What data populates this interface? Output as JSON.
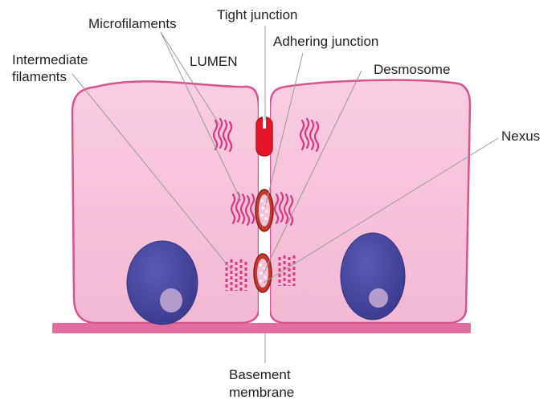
{
  "labels": {
    "microfilaments": "Microfilaments",
    "tight_junction": "Tight junction",
    "adhering_junction": "Adhering junction",
    "intermediate_filaments_line1": "Intermediate",
    "intermediate_filaments_line2": "filaments",
    "lumen": "LUMEN",
    "desmosome": "Desmosome",
    "nexus": "Nexus",
    "basement_membrane_line1": "Basement",
    "basement_membrane_line2": "membrane"
  },
  "colors": {
    "cell_fill": "#f7c3dc",
    "cell_outline": "#d9548f",
    "basement_membrane": "#e06e9e",
    "microfilament": "#e0367f",
    "intermediate_filament": "#e0367f",
    "nucleus": "#4a4aa0",
    "nucleolus": "#b49ccc",
    "tight_junction": "#e8152a",
    "junction_edge": "#b01a22",
    "leader_line": "#9a9a9a"
  }
}
